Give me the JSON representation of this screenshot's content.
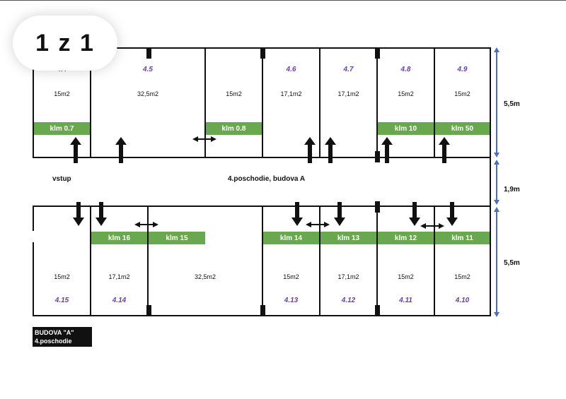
{
  "counter": "1 z 1",
  "corridor": {
    "entrance": "vstup",
    "title": "4.poschodie, budova A"
  },
  "top_rooms": [
    {
      "num": "4.4",
      "area": "15m2",
      "ac": "klm 0.7"
    },
    {
      "num": "4.5",
      "area": "32,5m2",
      "ac": ""
    },
    {
      "num": "",
      "area": "15m2",
      "ac": "klm 0.8"
    },
    {
      "num": "4.6",
      "area": "17,1m2",
      "ac": ""
    },
    {
      "num": "4.7",
      "area": "17,1m2",
      "ac": ""
    },
    {
      "num": "4.8",
      "area": "15m2",
      "ac": "klm 10"
    },
    {
      "num": "4.9",
      "area": "15m2",
      "ac": "klm 50"
    }
  ],
  "bottom_rooms": [
    {
      "num": "4.15",
      "area": "15m2",
      "ac": ""
    },
    {
      "num": "4.14",
      "area": "17,1m2",
      "ac": "klm 16"
    },
    {
      "num": "",
      "area": "32,5m2",
      "ac": "klm 15"
    },
    {
      "num": "4.13",
      "area": "15m2",
      "ac": "klm 14"
    },
    {
      "num": "4.12",
      "area": "17,1m2",
      "ac": "klm 13"
    },
    {
      "num": "4.11",
      "area": "15m2",
      "ac": "klm 12"
    },
    {
      "num": "4.10",
      "area": "15m2",
      "ac": "klm 11"
    }
  ],
  "dimensions": {
    "top": "5,5m",
    "middle": "1,9m",
    "bottom": "5,5m"
  },
  "caption": {
    "line1": "BUDOVA \"A\"",
    "line2": "4.poschodie"
  },
  "colors": {
    "ac_green": "#6aa84f",
    "room_number": "#6b3fa0",
    "dimension": "#4a6fb5"
  }
}
